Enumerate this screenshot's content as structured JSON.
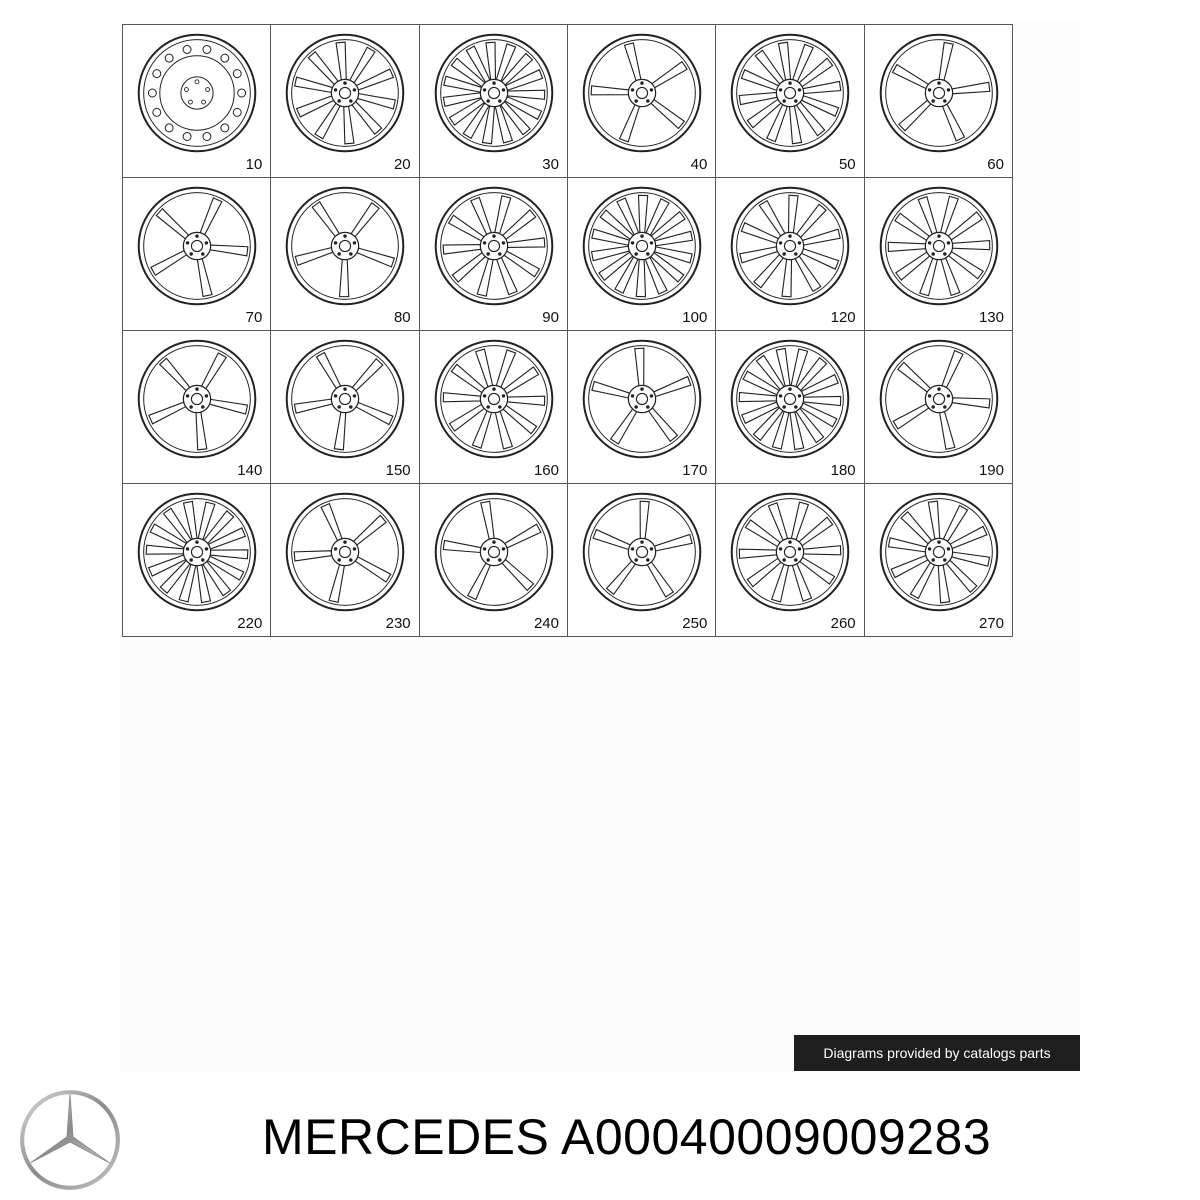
{
  "wheels": [
    {
      "label": "10",
      "style": "steel"
    },
    {
      "label": "20",
      "spokes": 10
    },
    {
      "label": "30",
      "spokes": 15
    },
    {
      "label": "40",
      "spokes": 5
    },
    {
      "label": "50",
      "spokes": 12
    },
    {
      "label": "60",
      "spokes": 5
    },
    {
      "label": "70",
      "spokes": 5
    },
    {
      "label": "80",
      "spokes": 5
    },
    {
      "label": "90",
      "spokes": 10
    },
    {
      "label": "100",
      "spokes": 14
    },
    {
      "label": "120",
      "spokes": 10
    },
    {
      "label": "130",
      "spokes": 10
    },
    {
      "label": "140",
      "spokes": 5
    },
    {
      "label": "150",
      "spokes": 5
    },
    {
      "label": "160",
      "spokes": 10
    },
    {
      "label": "170",
      "spokes": 5
    },
    {
      "label": "180",
      "spokes": 14
    },
    {
      "label": "190",
      "spokes": 5
    },
    {
      "label": "220",
      "spokes": 14
    },
    {
      "label": "230",
      "spokes": 5
    },
    {
      "label": "240",
      "spokes": 5
    },
    {
      "label": "250",
      "spokes": 5
    },
    {
      "label": "260",
      "spokes": 10
    },
    {
      "label": "270",
      "spokes": 10
    }
  ],
  "watermark": "Diagrams provided by catalogs parts",
  "footer": {
    "title": "MERCEDES A00040009009283",
    "logo_icon": "mercedes-star-icon"
  }
}
